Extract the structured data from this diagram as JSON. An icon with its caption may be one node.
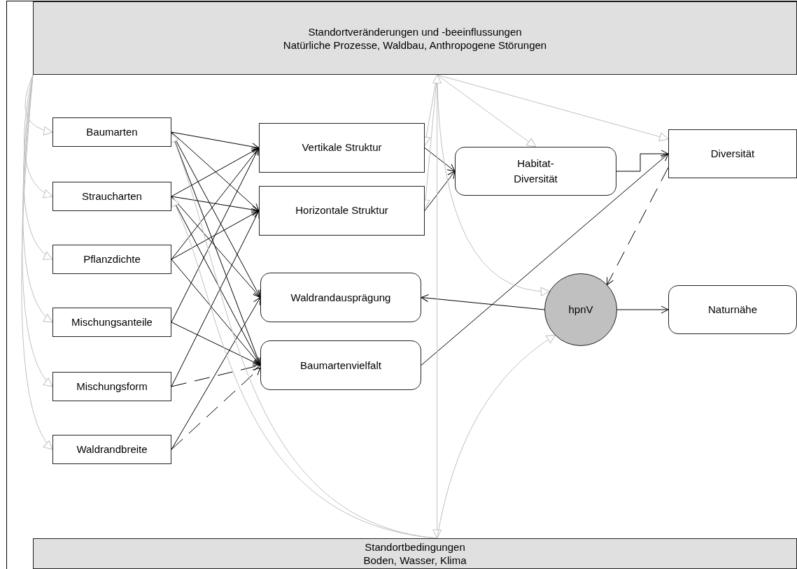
{
  "diagram": {
    "nodes": [
      {
        "text": [
          "Standortveränderungen und -beeinflussungen",
          "Natürliche Prozesse, Waldbau, Anthropogene Störungen"
        ]
      },
      {
        "text": [
          "Baumarten"
        ]
      },
      {
        "text": [
          "Straucharten"
        ]
      },
      {
        "text": [
          "Pflanzdichte"
        ]
      },
      {
        "text": [
          "Mischungsanteile"
        ]
      },
      {
        "text": [
          "Mischungsform"
        ]
      },
      {
        "text": [
          "Waldrandbreite"
        ]
      },
      {
        "text": [
          "Vertikale Struktur"
        ]
      },
      {
        "text": [
          "Horizontale Struktur"
        ]
      },
      {
        "text": [
          "Waldrandausprägung"
        ]
      },
      {
        "text": [
          "Baumartenvielfalt"
        ]
      },
      {
        "text": [
          "Habitat- Diversität"
        ]
      },
      {
        "text": [
          "Diversität"
        ]
      },
      {
        "text": [
          "hpnV"
        ]
      },
      {
        "text": [
          "Naturnähe"
        ]
      },
      {
        "text": [
          "Standortbedingungen",
          "Boden, Wasser, Klima"
        ]
      }
    ],
    "edges": [
      {
        "from": 1,
        "to": 7,
        "arrow": "to"
      },
      {
        "from": 1,
        "to": 8,
        "arrow": "to"
      },
      {
        "from": 1,
        "to": 9,
        "arrow": "to"
      },
      {
        "from": 1,
        "to": 10,
        "arrow": "to"
      },
      {
        "from": 2,
        "to": 7,
        "arrow": "to"
      },
      {
        "from": 2,
        "to": 8,
        "arrow": "to"
      },
      {
        "from": 2,
        "to": 9,
        "arrow": "to"
      },
      {
        "from": 2,
        "to": 10,
        "arrow": "to"
      },
      {
        "from": 3,
        "to": 7,
        "arrow": "to"
      },
      {
        "from": 3,
        "to": 8,
        "arrow": "to"
      },
      {
        "from": 3,
        "to": 10,
        "arrow": "to"
      },
      {
        "from": 4,
        "to": 7,
        "arrow": "to"
      },
      {
        "from": 4,
        "to": 10,
        "arrow": "to"
      },
      {
        "from": 5,
        "to": 8,
        "arrow": "to"
      },
      {
        "from": 5,
        "to": 10,
        "arrow": "to",
        "style": "dashed"
      },
      {
        "from": 6,
        "to": 9,
        "arrow": "to"
      },
      {
        "from": 6,
        "to": 10,
        "arrow": "to",
        "style": "dashed"
      },
      {
        "from": 7,
        "to": 11,
        "arrow": "to"
      },
      {
        "from": 8,
        "to": 11,
        "arrow": "to"
      },
      {
        "from": 11,
        "to": 12,
        "arrow": "to"
      },
      {
        "from": 10,
        "to": 12,
        "arrow": "to"
      },
      {
        "from": 13,
        "to": 9,
        "arrow": "to"
      },
      {
        "from": 13,
        "to": 14,
        "arrow": "to"
      },
      {
        "from": 12,
        "to": 13,
        "arrow": "to",
        "style": "dashed"
      },
      {
        "from": 0,
        "to": 1,
        "arrow": "to",
        "color": "#c0c0c0"
      },
      {
        "from": 0,
        "to": 2,
        "arrow": "to",
        "color": "#c0c0c0"
      },
      {
        "from": 0,
        "to": 3,
        "arrow": "to",
        "color": "#c0c0c0"
      },
      {
        "from": 0,
        "to": 4,
        "arrow": "to",
        "color": "#c0c0c0"
      },
      {
        "from": 0,
        "to": 5,
        "arrow": "to",
        "color": "#c0c0c0"
      },
      {
        "from": 0,
        "to": 6,
        "arrow": "to",
        "color": "#c0c0c0"
      },
      {
        "from": 0,
        "to": 7,
        "arrow": "to",
        "color": "#c0c0c0"
      },
      {
        "from": 0,
        "to": 8,
        "arrow": "to",
        "color": "#c0c0c0"
      },
      {
        "from": 0,
        "to": 11,
        "arrow": "to",
        "color": "#c0c0c0"
      },
      {
        "from": 0,
        "to": 12,
        "arrow": "to",
        "color": "#c0c0c0"
      },
      {
        "from": 0,
        "to": 13,
        "arrow": "to",
        "color": "#c0c0c0"
      },
      {
        "from": 15,
        "to": 0,
        "arrow": "both",
        "color": "#c0c0c0"
      },
      {
        "from": 15,
        "to": 1,
        "arrow": "to",
        "color": "#c0c0c0"
      },
      {
        "from": 15,
        "to": 2,
        "arrow": "to",
        "color": "#c0c0c0"
      },
      {
        "from": 15,
        "to": 13,
        "arrow": "to",
        "color": "#c0c0c0"
      }
    ]
  }
}
